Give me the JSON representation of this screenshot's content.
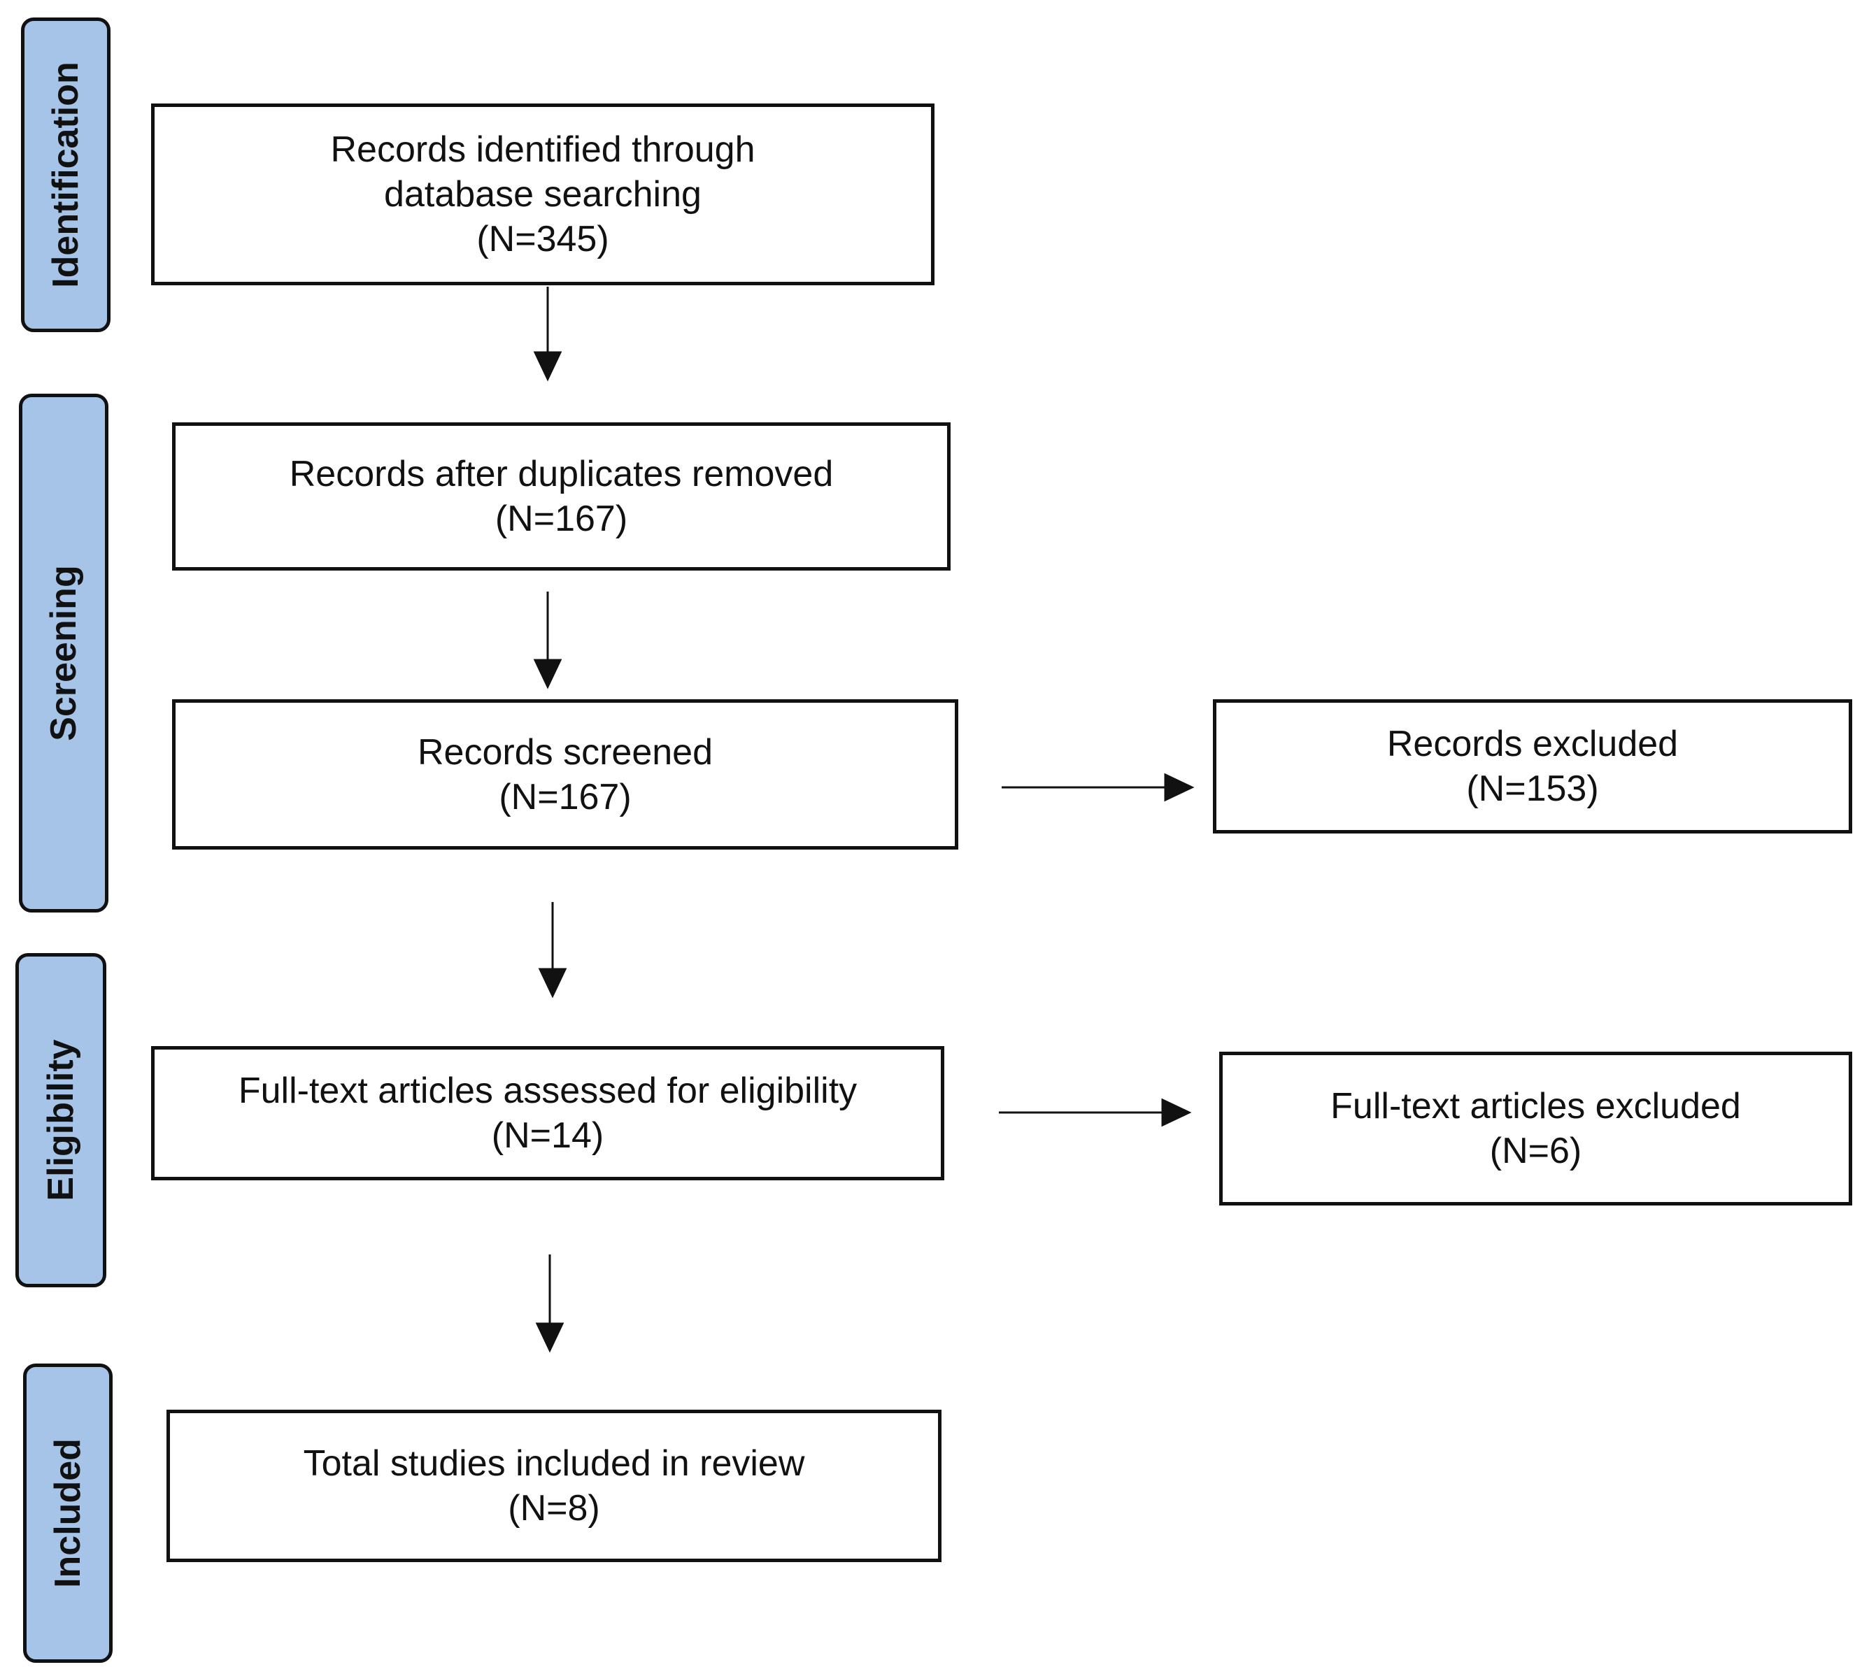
{
  "phases": [
    {
      "label": "Identification"
    },
    {
      "label": "Screening"
    },
    {
      "label": "Eligibility"
    },
    {
      "label": "Included"
    }
  ],
  "boxes": {
    "identified": {
      "text": "Records identified through database searching",
      "count": "(N=345)"
    },
    "after_duplicates": {
      "text": "Records after duplicates removed",
      "count": "(N=167)"
    },
    "screened": {
      "text": "Records screened",
      "count": "(N=167)"
    },
    "excluded": {
      "text": "Records excluded",
      "count": "(N=153)"
    },
    "fulltext_assessed": {
      "text": "Full-text articles assessed for eligibility",
      "count": "(N=14)"
    },
    "fulltext_excluded": {
      "text": "Full-text articles excluded",
      "count": "(N=6)"
    },
    "included": {
      "text": "Total studies included in review",
      "count": "(N=8)"
    }
  },
  "colors": {
    "phase_fill": "#a6c4e8",
    "stroke": "#111111"
  }
}
